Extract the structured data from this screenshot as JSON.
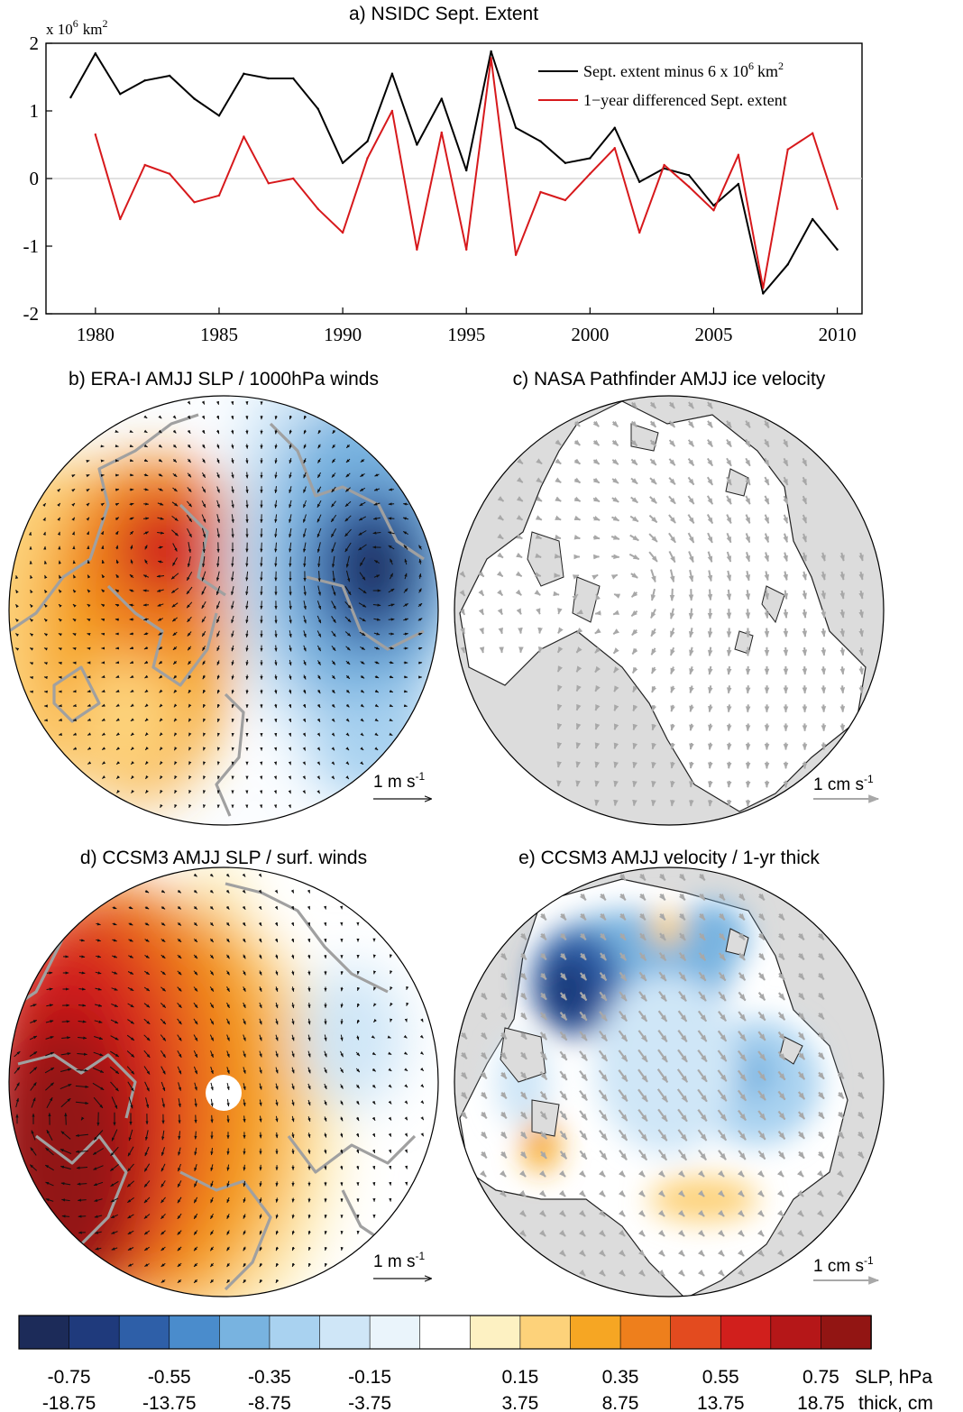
{
  "colors": {
    "extent_line": "#000000",
    "diff_line": "#d7191c",
    "coast": "#a0a0a0",
    "land_fill": "#dcdcdc",
    "ice_arrow": "#a8a8a8",
    "wind_arrow": "#111111"
  },
  "chart_data": [
    {
      "type": "line",
      "title": "a) NSIDC  Sept. Extent",
      "units_label_prefix": "x 10",
      "units_label_exp": "6",
      "units_label_suffix": "km",
      "units_label_exp2": "2",
      "xlim": [
        1978,
        2011
      ],
      "ylim": [
        -2,
        2
      ],
      "x_ticks": [
        1980,
        1985,
        1990,
        1995,
        2000,
        2005,
        2010
      ],
      "y_ticks": [
        -2,
        -1,
        0,
        1,
        2
      ],
      "grid": false,
      "zero_line": true,
      "legend_position": "top-right",
      "series": [
        {
          "name": "Sept. extent minus 6 x 10",
          "name_exp": "6",
          "name_suffix": "km",
          "name_exp2": "2",
          "color": "#000000",
          "x": [
            1979,
            1980,
            1981,
            1982,
            1983,
            1984,
            1985,
            1986,
            1987,
            1988,
            1989,
            1990,
            1991,
            1992,
            1993,
            1994,
            1995,
            1996,
            1997,
            1998,
            1999,
            2000,
            2001,
            2002,
            2003,
            2004,
            2005,
            2006,
            2007,
            2008,
            2009,
            2010
          ],
          "y": [
            1.2,
            1.85,
            1.25,
            1.45,
            1.52,
            1.18,
            0.93,
            1.55,
            1.48,
            1.48,
            1.03,
            0.23,
            0.55,
            1.55,
            0.5,
            1.18,
            0.12,
            1.88,
            0.75,
            0.55,
            0.23,
            0.3,
            0.75,
            -0.05,
            0.15,
            0.05,
            -0.4,
            -0.08,
            -1.7,
            -1.27,
            -0.6,
            -1.05
          ]
        },
        {
          "name": "1−year differenced Sept. extent",
          "color": "#d7191c",
          "x": [
            1980,
            1981,
            1982,
            1983,
            1984,
            1985,
            1986,
            1987,
            1988,
            1989,
            1990,
            1991,
            1992,
            1993,
            1994,
            1995,
            1996,
            1997,
            1998,
            1999,
            2000,
            2001,
            2002,
            2003,
            2004,
            2005,
            2006,
            2007,
            2008,
            2009,
            2010
          ],
          "y": [
            0.65,
            -0.6,
            0.2,
            0.07,
            -0.35,
            -0.25,
            0.62,
            -0.07,
            0.0,
            -0.45,
            -0.8,
            0.3,
            1.0,
            -1.05,
            0.68,
            -1.05,
            1.78,
            -1.13,
            -0.2,
            -0.32,
            0.07,
            0.45,
            -0.8,
            0.2,
            -0.12,
            -0.47,
            0.35,
            -1.62,
            0.43,
            0.67,
            -0.45
          ]
        }
      ]
    },
    {
      "type": "heatmap",
      "title": "b) ERA-I AMJJ SLP / 1000hPa winds",
      "scale_label": "1 m s",
      "scale_exp": "-1",
      "arrow_color": "#111111",
      "field": "dipole: high over Canadian Arctic (~0.6 hPa), low over Siberian sector (~-0.8 hPa)"
    },
    {
      "type": "heatmap",
      "title": "c) NASA Pathfinder AMJJ ice velocity",
      "scale_label": "1 cm s",
      "scale_exp": "-1",
      "arrow_color": "#a8a8a8",
      "field": "anticyclonic Beaufort Gyre circulation"
    },
    {
      "type": "heatmap",
      "title": "d) CCSM3 AMJJ SLP / surf. winds",
      "scale_label": "1 m s",
      "scale_exp": "-1",
      "arrow_color": "#111111",
      "field": "strong high over Canadian side (~0.8 hPa), weak low over Eurasian side"
    },
    {
      "type": "heatmap",
      "title": "e) CCSM3 AMJJ velocity / 1-yr thick",
      "scale_label": "1 cm s",
      "scale_exp": "-1",
      "arrow_color": "#a8a8a8",
      "field": "mostly thinning (negative thickness) with transpolar drift"
    }
  ],
  "colorbar": {
    "colors": [
      "#1c2b59",
      "#1f3a7c",
      "#2e5fa8",
      "#4a8ccc",
      "#78b3e0",
      "#a9d2f0",
      "#cfe6f7",
      "#eaf4fb",
      "#ffffff",
      "#fdf1c2",
      "#fdd27a",
      "#f6a623",
      "#ee7f1c",
      "#e34b1f",
      "#d11f1c",
      "#b51718",
      "#921513"
    ],
    "slp_ticks": [
      "-0.75",
      "-0.55",
      "-0.35",
      "-0.15",
      "0.15",
      "0.35",
      "0.55",
      "0.75"
    ],
    "thick_ticks": [
      "-18.75",
      "-13.75",
      "-8.75",
      "-3.75",
      "3.75",
      "8.75",
      "13.75",
      "18.75"
    ],
    "slp_label": "SLP, hPa",
    "thick_label": "thick, cm"
  }
}
